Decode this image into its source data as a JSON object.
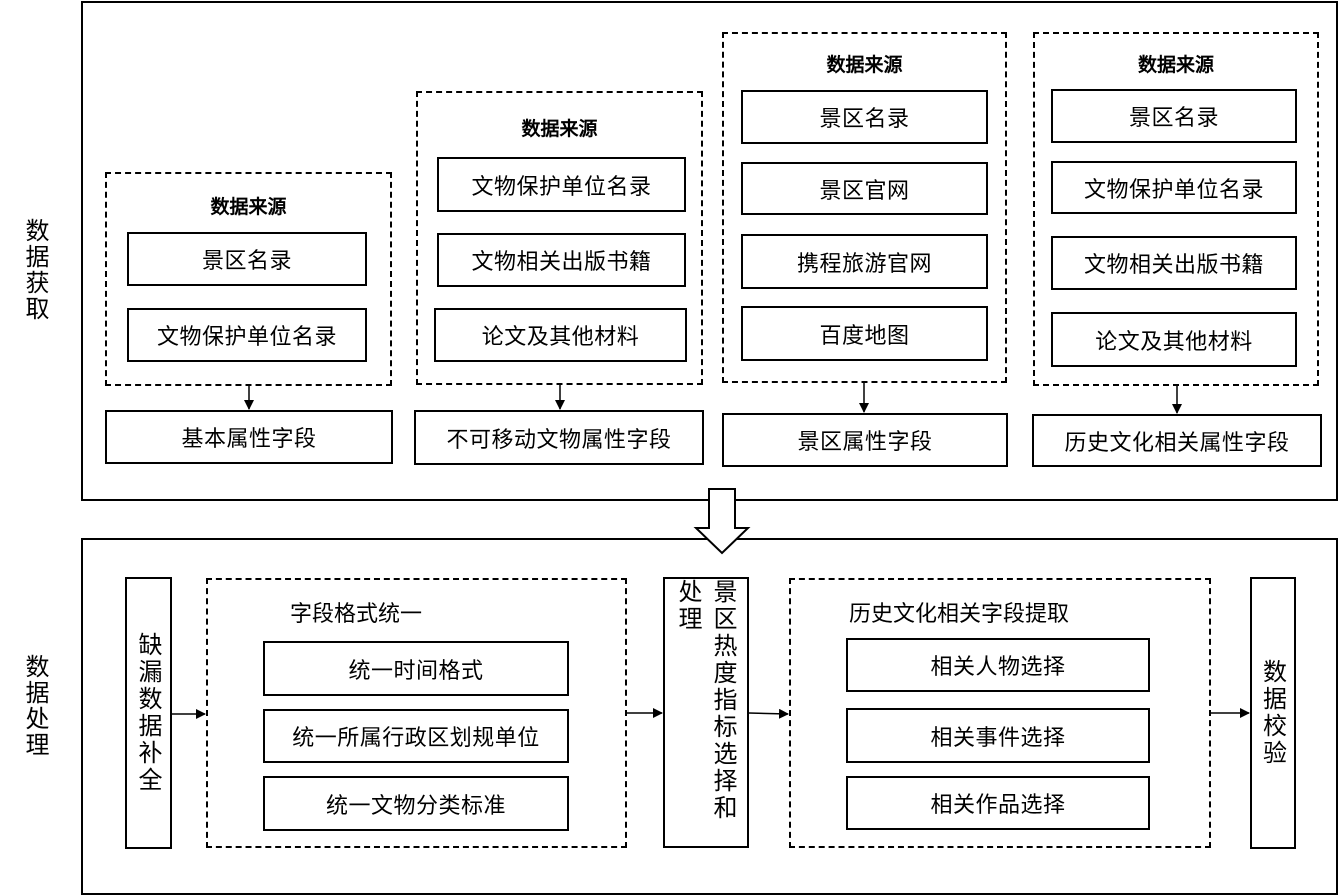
{
  "side_labels": {
    "acquire": "数据获取",
    "process": "数据处理"
  },
  "sources": [
    {
      "title": "数据来源",
      "items": [
        "景区名录",
        "文物保护单位名录"
      ],
      "output": "基本属性字段"
    },
    {
      "title": "数据来源",
      "items": [
        "文物保护单位名录",
        "文物相关出版书籍",
        "论文及其他材料"
      ],
      "output": "不可移动文物属性字段"
    },
    {
      "title": "数据来源",
      "items": [
        "景区名录",
        "景区官网",
        "携程旅游官网",
        "百度地图"
      ],
      "output": "景区属性字段"
    },
    {
      "title": "数据来源",
      "items": [
        "景区名录",
        "文物保护单位名录",
        "文物相关出版书籍",
        "论文及其他材料"
      ],
      "output": "历史文化相关属性字段"
    }
  ],
  "processing": {
    "missing": "缺漏数据补全",
    "format_group": {
      "title": "字段格式统一",
      "items": [
        "统一时间格式",
        "统一所属行政区划规单位",
        "统一文物分类标准"
      ]
    },
    "heat": "景区热度指标选择和处理",
    "history_group": {
      "title": "历史文化相关字段提取",
      "items": [
        "相关人物选择",
        "相关事件选择",
        "相关作品选择"
      ]
    },
    "validate": "数据校验"
  }
}
